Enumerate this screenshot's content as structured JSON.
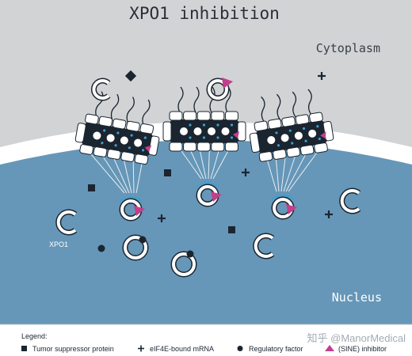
{
  "title": "XPO1 inhibition",
  "regions": {
    "cytoplasm": "Cytoplasm",
    "nucleus": "Nucleus"
  },
  "labels": {
    "xpo1": "XPO1"
  },
  "legend": {
    "heading": "Legend:",
    "items": [
      {
        "icon": "square",
        "label": "Tumor suppressor protein"
      },
      {
        "icon": "plus",
        "label": "eIF4E-bound mRNA"
      },
      {
        "icon": "dot",
        "label": "Regulatory factor"
      },
      {
        "icon": "triangle",
        "label": "(SINE) inhibitor"
      }
    ]
  },
  "watermark": "知乎 @ManorMedical",
  "colors": {
    "cytoplasm": "#d1d3d5",
    "nucleus": "#6697b8",
    "membrane": "#ffffff",
    "ink": "#1b2530",
    "inhibitor": "#c23f8c",
    "legend_bg": "#ffffff",
    "pore_accent": "#3aa0d8"
  }
}
